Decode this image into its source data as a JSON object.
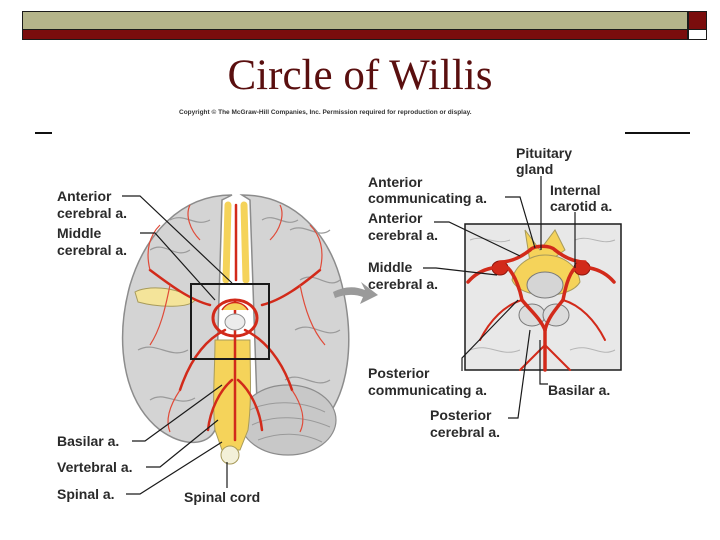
{
  "slide": {
    "title": "Circle of Willis",
    "copyright": "Copyright © The McGraw-Hill Companies, Inc. Permission required for reproduction or display."
  },
  "labels": {
    "anterior_cerebral_left": [
      "Anterior",
      "cerebral a."
    ],
    "middle_cerebral_left": [
      "Middle",
      "cerebral a."
    ],
    "basilar_left": "Basilar a.",
    "vertebral_left": "Vertebral a.",
    "spinal_left": "Spinal a.",
    "spinal_cord": "Spinal cord",
    "pituitary_gland": [
      "Pituitary",
      "gland"
    ],
    "anterior_communicating": [
      "Anterior",
      "communicating a."
    ],
    "internal_carotid": [
      "Internal",
      "carotid a."
    ],
    "anterior_cerebral_right": [
      "Anterior",
      "cerebral a."
    ],
    "middle_cerebral_right": [
      "Middle",
      "cerebral a."
    ],
    "posterior_communicating": [
      "Posterior",
      "communicating a."
    ],
    "basilar_right": "Basilar a.",
    "posterior_cerebral": [
      "Posterior",
      "cerebral a."
    ]
  },
  "colors": {
    "artery": "#d22a1a",
    "brain": "#d9d9d9",
    "title": "#5a0f0f",
    "nerve": "#f5d35a"
  }
}
